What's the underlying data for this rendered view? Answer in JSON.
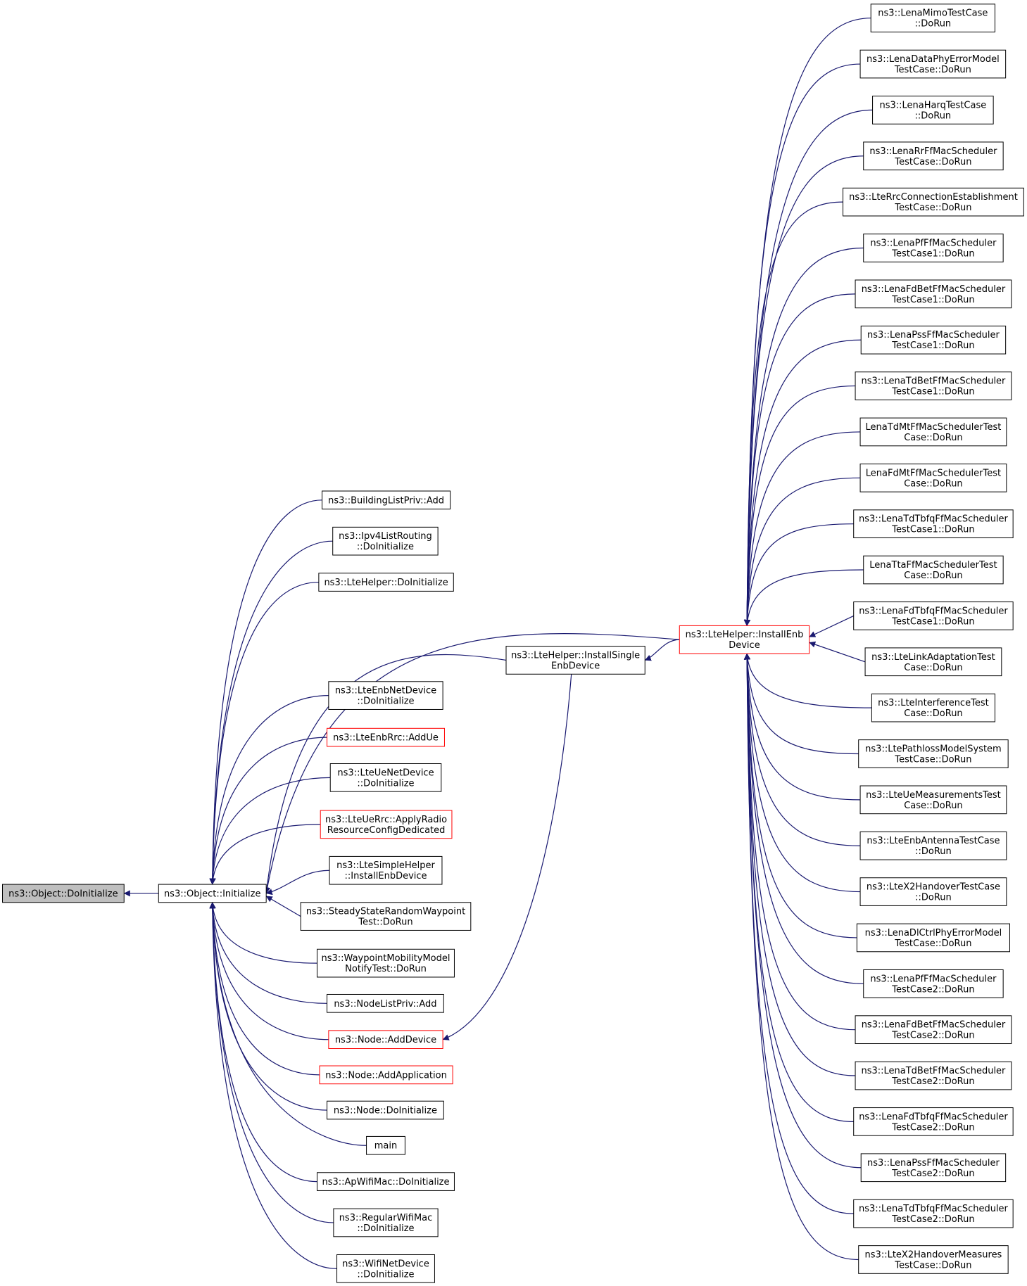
{
  "colors": {
    "edge": "#191970",
    "focus_fill": "#bfbfbf",
    "node_border": "#000000",
    "truncated_border": "#ff0000",
    "background": "#ffffff"
  },
  "nodes": [
    {
      "id": "n_obj_doinit",
      "lines": [
        "ns3::Object::DoInitialize"
      ],
      "style": "focus"
    },
    {
      "id": "n_obj_init",
      "lines": [
        "ns3::Object::Initialize"
      ],
      "style": "normal"
    },
    {
      "id": "n_building_add",
      "lines": [
        "ns3::BuildingListPriv::Add"
      ],
      "style": "normal"
    },
    {
      "id": "n_ipv4",
      "lines": [
        "ns3::Ipv4ListRouting",
        "::DoInitialize"
      ],
      "style": "normal"
    },
    {
      "id": "n_ltehelper_doinit",
      "lines": [
        "ns3::LteHelper::DoInitialize"
      ],
      "style": "normal"
    },
    {
      "id": "n_install_single",
      "lines": [
        "ns3::LteHelper::InstallSingle",
        "EnbDevice"
      ],
      "style": "normal"
    },
    {
      "id": "n_install_enb",
      "lines": [
        "ns3::LteHelper::InstallEnb",
        "Device"
      ],
      "style": "truncated"
    },
    {
      "id": "n_enbnetdev",
      "lines": [
        "ns3::LteEnbNetDevice",
        "::DoInitialize"
      ],
      "style": "normal"
    },
    {
      "id": "n_enbrrc_addue",
      "lines": [
        "ns3::LteEnbRrc::AddUe"
      ],
      "style": "truncated"
    },
    {
      "id": "n_uenetdev",
      "lines": [
        "ns3::LteUeNetDevice",
        "::DoInitialize"
      ],
      "style": "normal"
    },
    {
      "id": "n_uerrc_apply",
      "lines": [
        "ns3::LteUeRrc::ApplyRadio",
        "ResourceConfigDedicated"
      ],
      "style": "truncated"
    },
    {
      "id": "n_simplehelper",
      "lines": [
        "ns3::LteSimpleHelper",
        "::InstallEnbDevice"
      ],
      "style": "normal"
    },
    {
      "id": "n_steady",
      "lines": [
        "ns3::SteadyStateRandomWaypoint",
        "Test::DoRun"
      ],
      "style": "normal"
    },
    {
      "id": "n_waypoint",
      "lines": [
        "ns3::WaypointMobilityModel",
        "NotifyTest::DoRun"
      ],
      "style": "normal"
    },
    {
      "id": "n_nodelist_add",
      "lines": [
        "ns3::NodeListPriv::Add"
      ],
      "style": "normal"
    },
    {
      "id": "n_node_adddevice",
      "lines": [
        "ns3::Node::AddDevice"
      ],
      "style": "truncated"
    },
    {
      "id": "n_node_addapp",
      "lines": [
        "ns3::Node::AddApplication"
      ],
      "style": "truncated"
    },
    {
      "id": "n_node_doinit",
      "lines": [
        "ns3::Node::DoInitialize"
      ],
      "style": "normal"
    },
    {
      "id": "n_main",
      "lines": [
        "main"
      ],
      "style": "normal"
    },
    {
      "id": "n_apwifimac",
      "lines": [
        "ns3::ApWifiMac::DoInitialize"
      ],
      "style": "normal"
    },
    {
      "id": "n_regularwifimac",
      "lines": [
        "ns3::RegularWifiMac",
        "::DoInitialize"
      ],
      "style": "normal"
    },
    {
      "id": "n_wifinetdev",
      "lines": [
        "ns3::WifiNetDevice",
        "::DoInitialize"
      ],
      "style": "normal"
    },
    {
      "id": "r01",
      "lines": [
        "ns3::LenaMimoTestCase",
        "::DoRun"
      ],
      "style": "normal"
    },
    {
      "id": "r02",
      "lines": [
        "ns3::LenaDataPhyErrorModel",
        "TestCase::DoRun"
      ],
      "style": "normal"
    },
    {
      "id": "r03",
      "lines": [
        "ns3::LenaHarqTestCase",
        "::DoRun"
      ],
      "style": "normal"
    },
    {
      "id": "r04",
      "lines": [
        "ns3::LenaRrFfMacScheduler",
        "TestCase::DoRun"
      ],
      "style": "normal"
    },
    {
      "id": "r05",
      "lines": [
        "ns3::LteRrcConnectionEstablishment",
        "TestCase::DoRun"
      ],
      "style": "normal"
    },
    {
      "id": "r06",
      "lines": [
        "ns3::LenaPfFfMacScheduler",
        "TestCase1::DoRun"
      ],
      "style": "normal"
    },
    {
      "id": "r07",
      "lines": [
        "ns3::LenaFdBetFfMacScheduler",
        "TestCase1::DoRun"
      ],
      "style": "normal"
    },
    {
      "id": "r08",
      "lines": [
        "ns3::LenaPssFfMacScheduler",
        "TestCase1::DoRun"
      ],
      "style": "normal"
    },
    {
      "id": "r09",
      "lines": [
        "ns3::LenaTdBetFfMacScheduler",
        "TestCase1::DoRun"
      ],
      "style": "normal"
    },
    {
      "id": "r10",
      "lines": [
        "LenaTdMtFfMacSchedulerTest",
        "Case::DoRun"
      ],
      "style": "normal"
    },
    {
      "id": "r11",
      "lines": [
        "LenaFdMtFfMacSchedulerTest",
        "Case::DoRun"
      ],
      "style": "normal"
    },
    {
      "id": "r12",
      "lines": [
        "ns3::LenaTdTbfqFfMacScheduler",
        "TestCase1::DoRun"
      ],
      "style": "normal"
    },
    {
      "id": "r13",
      "lines": [
        "LenaTtaFfMacSchedulerTest",
        "Case::DoRun"
      ],
      "style": "normal"
    },
    {
      "id": "r14",
      "lines": [
        "ns3::LenaFdTbfqFfMacScheduler",
        "TestCase1::DoRun"
      ],
      "style": "normal"
    },
    {
      "id": "r15",
      "lines": [
        "ns3::LteLinkAdaptationTest",
        "Case::DoRun"
      ],
      "style": "normal"
    },
    {
      "id": "r16",
      "lines": [
        "ns3::LteInterferenceTest",
        "Case::DoRun"
      ],
      "style": "normal"
    },
    {
      "id": "r17",
      "lines": [
        "ns3::LtePathlossModelSystem",
        "TestCase::DoRun"
      ],
      "style": "normal"
    },
    {
      "id": "r18",
      "lines": [
        "ns3::LteUeMeasurementsTest",
        "Case::DoRun"
      ],
      "style": "normal"
    },
    {
      "id": "r19",
      "lines": [
        "ns3::LteEnbAntennaTestCase",
        "::DoRun"
      ],
      "style": "normal"
    },
    {
      "id": "r20",
      "lines": [
        "ns3::LteX2HandoverTestCase",
        "::DoRun"
      ],
      "style": "normal"
    },
    {
      "id": "r21",
      "lines": [
        "ns3::LenaDlCtrlPhyErrorModel",
        "TestCase::DoRun"
      ],
      "style": "normal"
    },
    {
      "id": "r22",
      "lines": [
        "ns3::LenaPfFfMacScheduler",
        "TestCase2::DoRun"
      ],
      "style": "normal"
    },
    {
      "id": "r23",
      "lines": [
        "ns3::LenaFdBetFfMacScheduler",
        "TestCase2::DoRun"
      ],
      "style": "normal"
    },
    {
      "id": "r24",
      "lines": [
        "ns3::LenaTdBetFfMacScheduler",
        "TestCase2::DoRun"
      ],
      "style": "normal"
    },
    {
      "id": "r25",
      "lines": [
        "ns3::LenaFdTbfqFfMacScheduler",
        "TestCase2::DoRun"
      ],
      "style": "normal"
    },
    {
      "id": "r26",
      "lines": [
        "ns3::LenaPssFfMacScheduler",
        "TestCase2::DoRun"
      ],
      "style": "normal"
    },
    {
      "id": "r27",
      "lines": [
        "ns3::LenaTdTbfqFfMacScheduler",
        "TestCase2::DoRun"
      ],
      "style": "normal"
    },
    {
      "id": "r28",
      "lines": [
        "ns3::LteX2HandoverMeasures",
        "TestCase::DoRun"
      ],
      "style": "normal"
    }
  ],
  "edges": [
    {
      "from": "n_obj_init",
      "to": "n_obj_doinit"
    },
    {
      "from": "n_building_add",
      "to": "n_obj_init"
    },
    {
      "from": "n_ipv4",
      "to": "n_obj_init"
    },
    {
      "from": "n_ltehelper_doinit",
      "to": "n_obj_init"
    },
    {
      "from": "n_install_enb",
      "to": "n_obj_init"
    },
    {
      "from": "n_install_single",
      "to": "n_obj_init"
    },
    {
      "from": "n_enbnetdev",
      "to": "n_obj_init"
    },
    {
      "from": "n_enbrrc_addue",
      "to": "n_obj_init"
    },
    {
      "from": "n_uenetdev",
      "to": "n_obj_init"
    },
    {
      "from": "n_uerrc_apply",
      "to": "n_obj_init"
    },
    {
      "from": "n_simplehelper",
      "to": "n_obj_init"
    },
    {
      "from": "n_steady",
      "to": "n_obj_init"
    },
    {
      "from": "n_waypoint",
      "to": "n_obj_init"
    },
    {
      "from": "n_nodelist_add",
      "to": "n_obj_init"
    },
    {
      "from": "n_node_adddevice",
      "to": "n_obj_init"
    },
    {
      "from": "n_node_addapp",
      "to": "n_obj_init"
    },
    {
      "from": "n_node_doinit",
      "to": "n_obj_init"
    },
    {
      "from": "n_main",
      "to": "n_obj_init"
    },
    {
      "from": "n_apwifimac",
      "to": "n_obj_init"
    },
    {
      "from": "n_regularwifimac",
      "to": "n_obj_init"
    },
    {
      "from": "n_wifinetdev",
      "to": "n_obj_init"
    },
    {
      "from": "n_install_single",
      "to": "n_node_adddevice"
    },
    {
      "from": "n_install_enb",
      "to": "n_install_single"
    },
    {
      "from": "r01",
      "to": "n_install_enb"
    },
    {
      "from": "r02",
      "to": "n_install_enb"
    },
    {
      "from": "r03",
      "to": "n_install_enb"
    },
    {
      "from": "r04",
      "to": "n_install_enb"
    },
    {
      "from": "r05",
      "to": "n_install_enb"
    },
    {
      "from": "r06",
      "to": "n_install_enb"
    },
    {
      "from": "r07",
      "to": "n_install_enb"
    },
    {
      "from": "r08",
      "to": "n_install_enb"
    },
    {
      "from": "r09",
      "to": "n_install_enb"
    },
    {
      "from": "r10",
      "to": "n_install_enb"
    },
    {
      "from": "r11",
      "to": "n_install_enb"
    },
    {
      "from": "r12",
      "to": "n_install_enb"
    },
    {
      "from": "r13",
      "to": "n_install_enb"
    },
    {
      "from": "r14",
      "to": "n_install_enb"
    },
    {
      "from": "r15",
      "to": "n_install_enb"
    },
    {
      "from": "r16",
      "to": "n_install_enb"
    },
    {
      "from": "r17",
      "to": "n_install_enb"
    },
    {
      "from": "r18",
      "to": "n_install_enb"
    },
    {
      "from": "r19",
      "to": "n_install_enb"
    },
    {
      "from": "r20",
      "to": "n_install_enb"
    },
    {
      "from": "r21",
      "to": "n_install_enb"
    },
    {
      "from": "r22",
      "to": "n_install_enb"
    },
    {
      "from": "r23",
      "to": "n_install_enb"
    },
    {
      "from": "r24",
      "to": "n_install_enb"
    },
    {
      "from": "r25",
      "to": "n_install_enb"
    },
    {
      "from": "r26",
      "to": "n_install_enb"
    },
    {
      "from": "r27",
      "to": "n_install_enb"
    },
    {
      "from": "r28",
      "to": "n_install_enb"
    }
  ]
}
